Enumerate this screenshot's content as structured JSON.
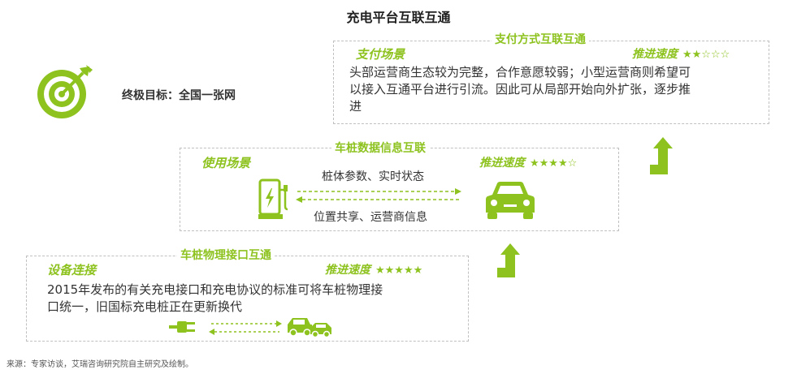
{
  "title": "充电平台互联互通",
  "goal": {
    "label": "终极目标：全国一张网",
    "icon": "target-arrow-icon"
  },
  "payment": {
    "header": "支付方式互联互通",
    "scene": "支付场景",
    "speed_label": "推进速度",
    "stars": "★★☆☆☆",
    "speed_value": "2/5",
    "text_lines": [
      "头部运营商生态较为完整，合作意愿较弱；小型运营商则希望可",
      "以接入互通平台进行引流。因此可从局部开始向外扩张，逐步推",
      "进"
    ]
  },
  "data_link": {
    "header": "车桩数据信息互联",
    "scene": "使用场景",
    "speed_label": "推进速度",
    "stars": "★★★★☆",
    "speed_value": "4/5",
    "arrow_top_label": "桩体参数、实时状态",
    "arrow_bottom_label": "位置共享、运营商信息"
  },
  "physical": {
    "header": "车桩物理接口互通",
    "scene": "设备连接",
    "speed_label": "推进速度",
    "stars": "★★★★★",
    "speed_value": "5/5",
    "text_lines": [
      "2015年发布的有关充电接口和充电协议的标准可将车桩物理接",
      "口统一，旧国标充电桩正在更新换代"
    ]
  },
  "source": "来源：专家访谈，艾瑞咨询研究院自主研究及绘制。",
  "colors": {
    "accent": "#8dc21f",
    "text": "#333333",
    "dash": "#c0c0c0"
  }
}
